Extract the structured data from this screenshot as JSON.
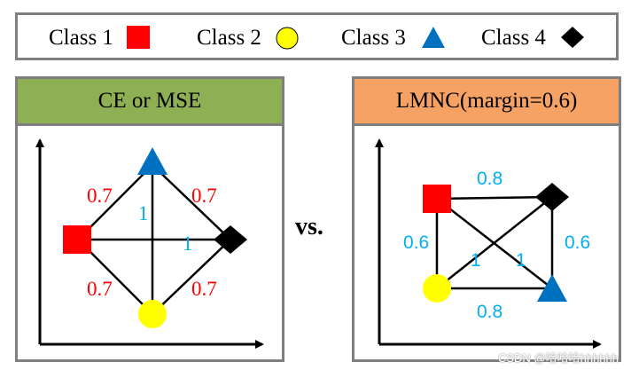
{
  "legend": {
    "items": [
      {
        "label": "Class 1",
        "shape": "square",
        "color": "#ff0000"
      },
      {
        "label": "Class 2",
        "shape": "circle",
        "color": "#ffff00"
      },
      {
        "label": "Class 3",
        "shape": "triangle",
        "color": "#0070c0"
      },
      {
        "label": "Class 4",
        "shape": "diamond",
        "color": "#000000"
      }
    ]
  },
  "left_panel": {
    "title": "CE or MSE",
    "header_color": "#8faf55",
    "edge_labels": {
      "top_left": "0.7",
      "top_right": "0.7",
      "bottom_left": "0.7",
      "bottom_right": "0.7",
      "vertical": "1",
      "horizontal": "1"
    }
  },
  "right_panel": {
    "title": "LMNC(margin=0.6)",
    "header_color": "#f6a265",
    "edge_labels": {
      "top": "0.8",
      "bottom": "0.8",
      "left": "0.6",
      "right": "0.6",
      "diag_1": "1",
      "diag_2": "1"
    }
  },
  "vs_label": "vs.",
  "watermark": "CSDN @哈哈哈hhhhhh",
  "colors": {
    "red_label": "#ff0000",
    "blue_label": "#00b0f0",
    "border": "#7f7f7f"
  }
}
